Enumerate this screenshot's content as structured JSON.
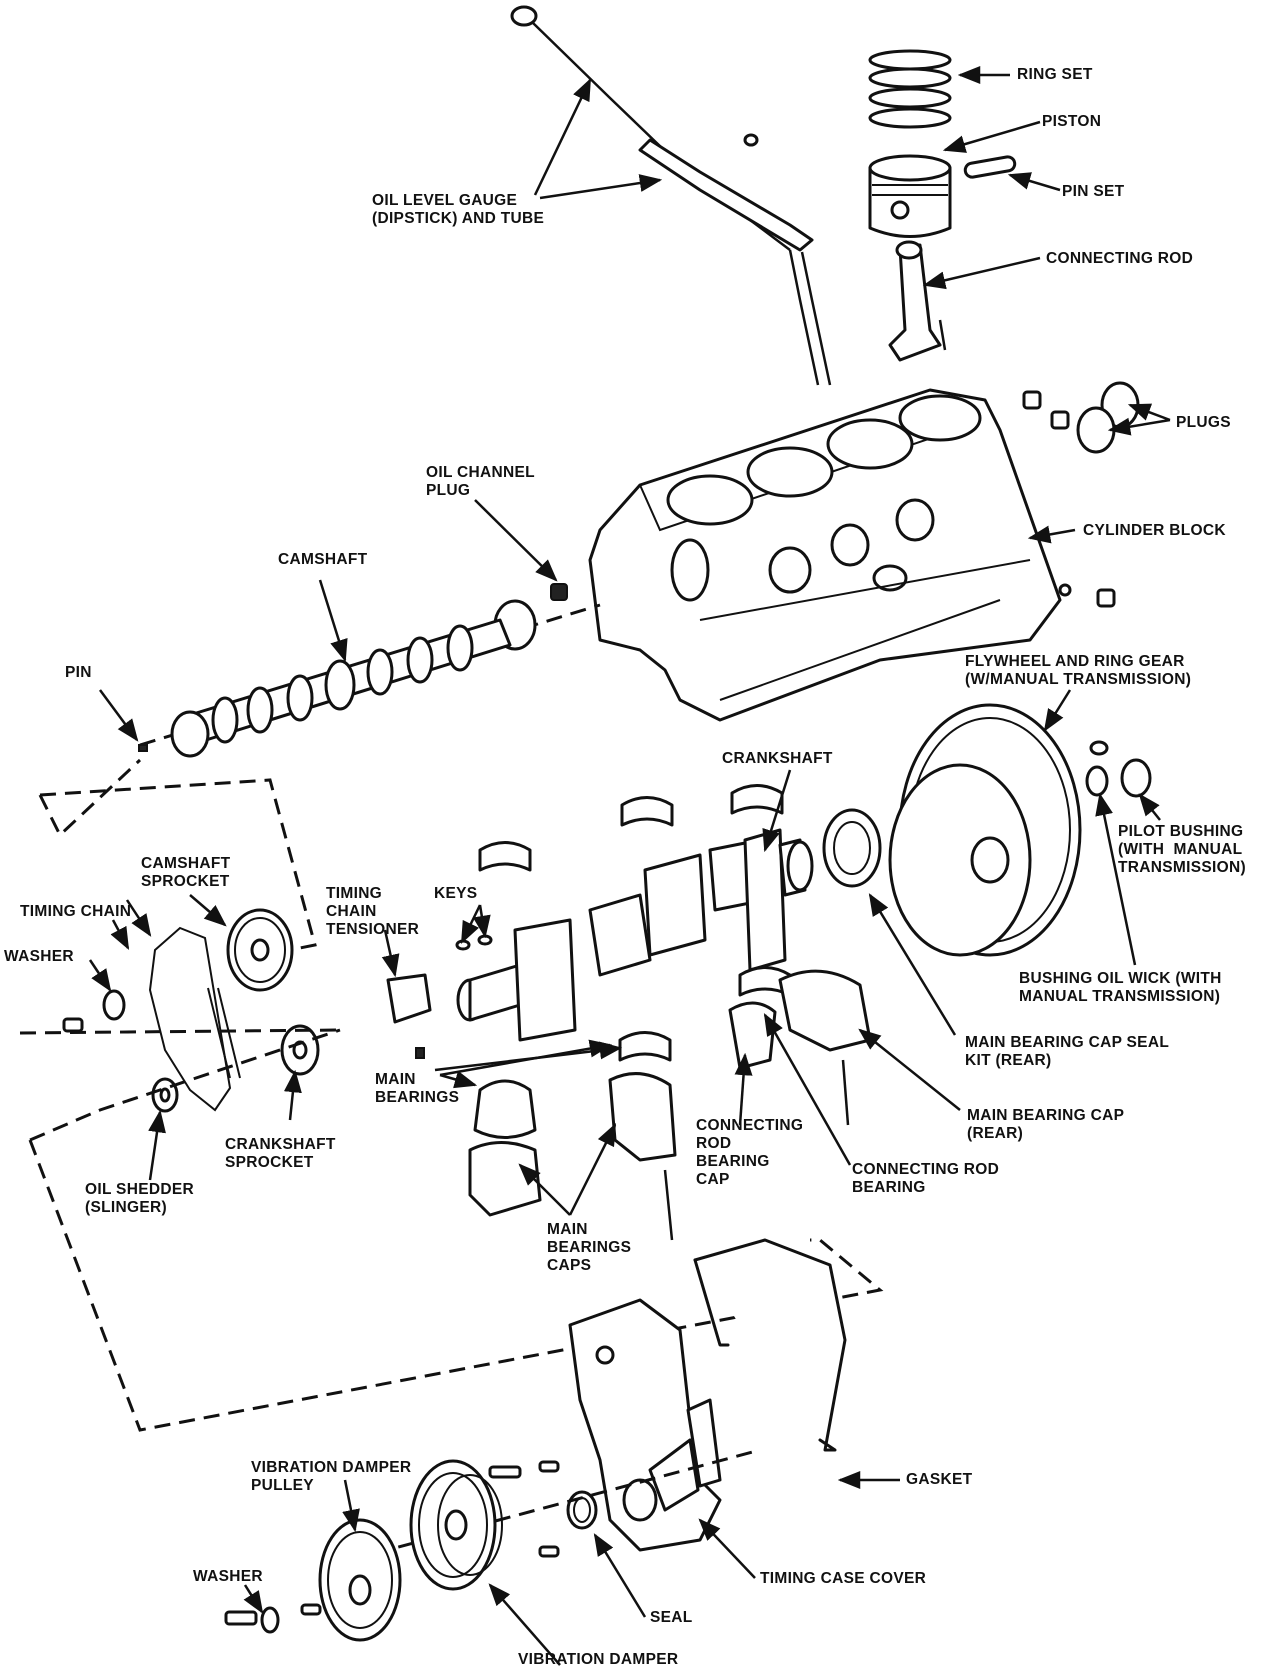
{
  "labels": {
    "ring_set": "RING SET",
    "piston": "PISTON",
    "pin_set": "PIN SET",
    "oil_level_gauge": [
      "OIL LEVEL GAUGE",
      "(DIPSTICK) AND TUBE"
    ],
    "connecting_rod": "CONNECTING ROD",
    "plugs": "PLUGS",
    "oil_channel_plug": [
      "OIL CHANNEL",
      "PLUG"
    ],
    "cylinder_block": "CYLINDER BLOCK",
    "camshaft": "CAMSHAFT",
    "flywheel": [
      "FLYWHEEL AND RING GEAR",
      "(W/MANUAL TRANSMISSION)"
    ],
    "pin": "PIN",
    "crankshaft": "CRANKSHAFT",
    "pilot_bushing": [
      "PILOT BUSHING",
      "(WITH  MANUAL",
      "TRANSMISSION)"
    ],
    "camshaft_sprocket": [
      "CAMSHAFT",
      "SPROCKET"
    ],
    "timing_chain": "TIMING CHAIN",
    "timing_chain_tensioner": [
      "TIMING",
      "CHAIN",
      "TENSIONER"
    ],
    "keys": "KEYS",
    "washer_top": "WASHER",
    "bushing_oil_wick": [
      "BUSHING OIL WICK (WITH",
      "MANUAL TRANSMISSION)"
    ],
    "main_bearing_cap_seal_kit": [
      "MAIN BEARING CAP SEAL",
      "KIT (REAR)"
    ],
    "main_bearings": [
      "MAIN",
      "BEARINGS"
    ],
    "crankshaft_sprocket": [
      "CRANKSHAFT",
      "SPROCKET"
    ],
    "main_bearing_cap_rear": [
      "MAIN BEARING CAP",
      "(REAR)"
    ],
    "connecting_rod_bearing_cap": [
      "CONNECTING",
      "ROD",
      "BEARING",
      "CAP"
    ],
    "connecting_rod_bearing": [
      "CONNECTING ROD",
      "BEARING"
    ],
    "oil_shedder": [
      "OIL SHEDDER",
      "(SLINGER)"
    ],
    "main_bearings_caps": [
      "MAIN",
      "BEARINGS",
      "CAPS"
    ],
    "vibration_damper_pulley": [
      "VIBRATION DAMPER",
      "PULLEY"
    ],
    "gasket": "GASKET",
    "washer_bottom": "WASHER",
    "timing_case_cover": "TIMING CASE COVER",
    "seal": "SEAL",
    "vibration_damper": "VIBRATION DAMPER"
  }
}
